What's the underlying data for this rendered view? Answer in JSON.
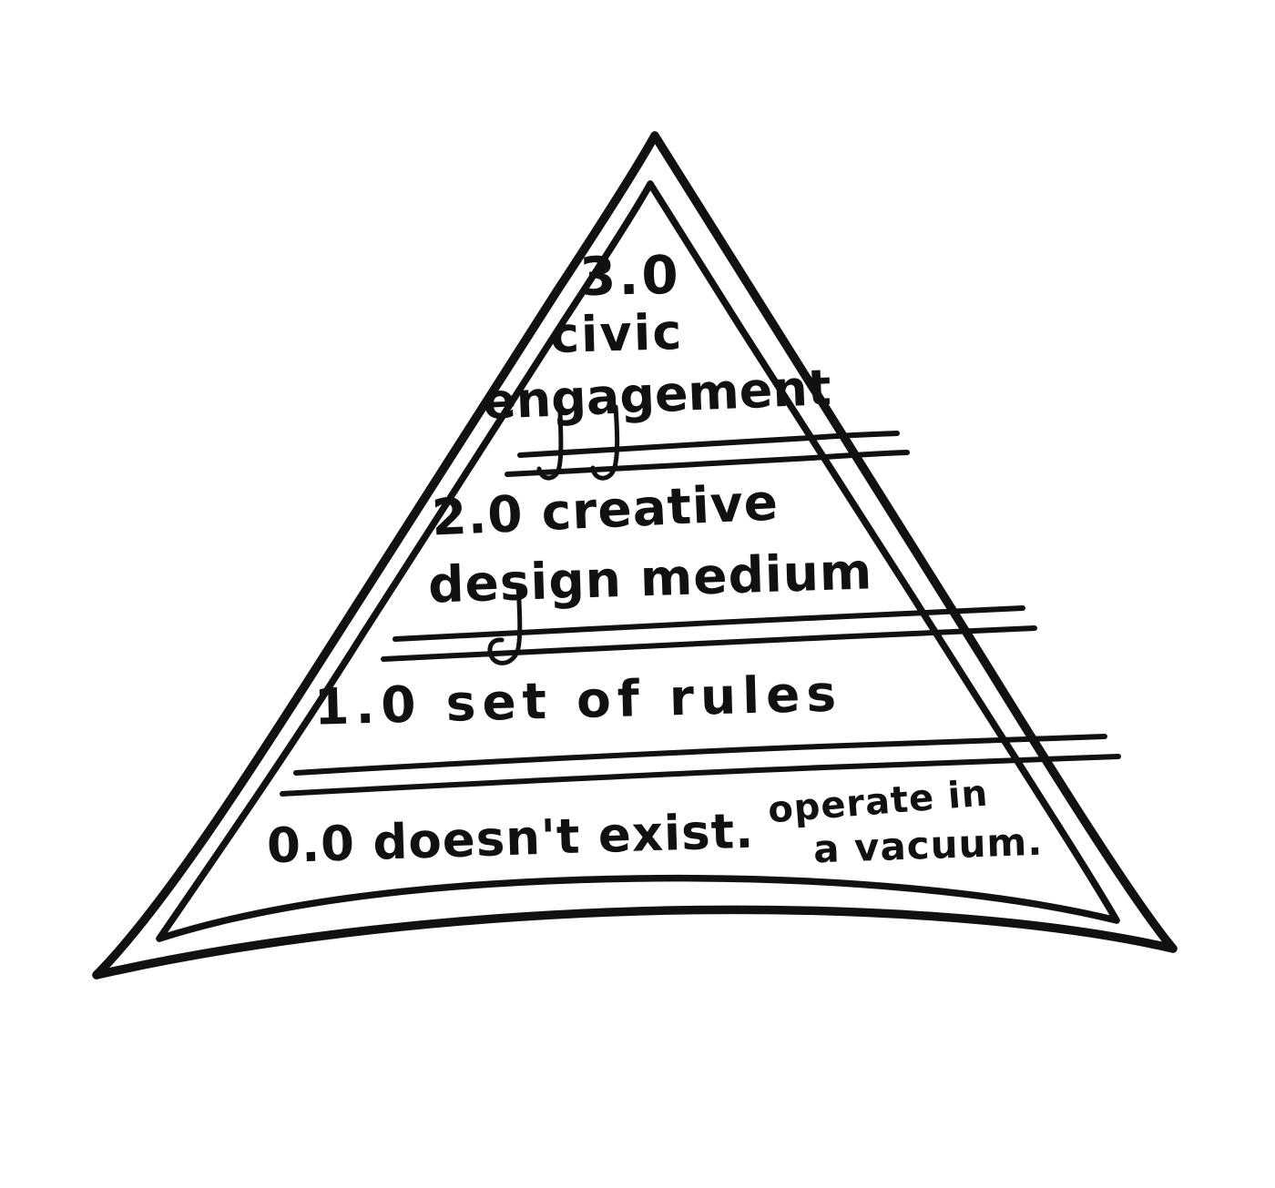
{
  "diagram": {
    "title": "hand-drawn four-tier pyramid",
    "type": "pyramid",
    "style": "hand-drawn ink sketch, double-stroke outline, white background",
    "ink_color": "#111111",
    "background_color": "#ffffff"
  },
  "tiers": [
    {
      "id": "tier-3",
      "level": "3.0",
      "position": "apex",
      "lines": [
        "3.0",
        "civic",
        "engagement"
      ],
      "label": "3.0 civic engagement"
    },
    {
      "id": "tier-2",
      "level": "2.0",
      "position": "upper-middle",
      "lines": [
        "2.0 creative",
        "design medium"
      ],
      "label": "2.0 creative design medium"
    },
    {
      "id": "tier-1",
      "level": "1.0",
      "position": "lower-middle",
      "lines": [
        "1.0  set of rules"
      ],
      "label": "1.0 set of rules"
    },
    {
      "id": "tier-0",
      "level": "0.0",
      "position": "base",
      "lines": [
        "0.0 doesn't exist."
      ],
      "label": "0.0 doesn't exist.",
      "annotation_lines": [
        "operate in",
        "a vacuum."
      ],
      "annotation": "operate in a vacuum."
    }
  ],
  "text": {
    "tier3_number": "3.0",
    "tier3_word1": "civic",
    "tier3_word2": "engagement",
    "tier2_line1": "2.0 creative",
    "tier2_line2": "design medium",
    "tier1_line1": "1.0  set of rules",
    "tier0_line1": "0.0 doesn't exist.",
    "tier0_note_line1": "operate in",
    "tier0_note_line2": "a vacuum."
  },
  "chart_data": {
    "type": "pyramid",
    "title": "",
    "orientation": "apex-up",
    "tier_count": 4,
    "categories": [
      "0.0",
      "1.0",
      "2.0",
      "3.0"
    ],
    "labels": [
      "0.0 doesn't exist.",
      "1.0 set of rules",
      "2.0 creative design medium",
      "3.0 civic engagement"
    ],
    "annotations": [
      {
        "tier": "0.0",
        "text": "operate in a vacuum.",
        "placement": "right-of-label, raised"
      }
    ],
    "notes": "Bottom tier is widest; levels increase upward from 0.0 to 3.0. Dividers are doubled hand-drawn lines; the pyramid outline is drawn twice (outer + inner). The base line is bowed upward in the middle."
  }
}
